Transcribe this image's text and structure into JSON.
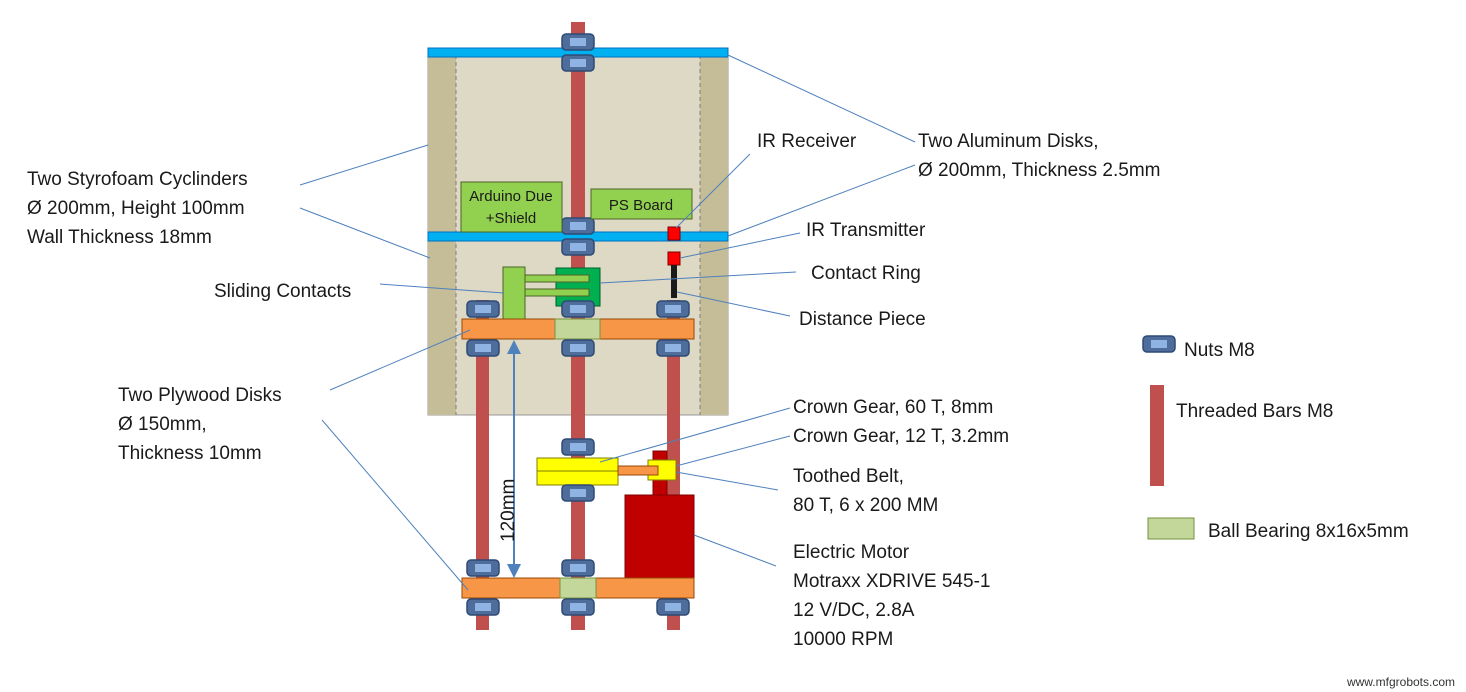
{
  "labels": {
    "styrofoam": [
      "Two Styrofoam Cyclinders",
      "Ø 200mm, Height 100mm",
      "Wall Thickness  18mm"
    ],
    "ir_receiver": "IR Receiver",
    "aluminum": [
      "Two Aluminum Disks,",
      "Ø 200mm, Thickness  2.5mm"
    ],
    "arduino": [
      "Arduino Due",
      "+Shield"
    ],
    "ps_board": "PS Board",
    "ir_transmitter": "IR Transmitter",
    "contact_ring": "Contact Ring",
    "sliding_contacts": "Sliding Contacts",
    "distance_piece": "Distance Piece",
    "plywood": [
      "Two Plywood Disks",
      "Ø 150mm,",
      "Thickness  10mm"
    ],
    "dimension": "120mm",
    "crown_gear_60": "Crown Gear, 60 T, 8mm",
    "crown_gear_12": "Crown Gear, 12 T, 3.2mm",
    "toothed_belt": [
      "Toothed Belt,",
      "80 T, 6 x 200 MM"
    ],
    "motor": [
      "Electric Motor",
      "Motraxx XDRIVE 545-1",
      "12 V/DC, 2.8A",
      "10000  RPM"
    ]
  },
  "legend": {
    "nuts": "Nuts M8",
    "bars": "Threaded Bars M8",
    "bearing": "Ball Bearing 8x16x5mm"
  },
  "watermark": "www.mfgrobots.com",
  "colors": {
    "styrofoam": "#ddd9c4",
    "styrofoam_wall": "#c4bd97",
    "aluminum": "#00b0f0",
    "bar": "#c0504d",
    "nut": "#4f6d9a",
    "plywood": "#f79646",
    "bearing": "#c4d79b",
    "board": "#92d050",
    "contact_ring": "#00b050",
    "gear": "#ffff00",
    "motor": "#c00000",
    "ir": "#ff0000",
    "leader": "#4f81bd"
  }
}
